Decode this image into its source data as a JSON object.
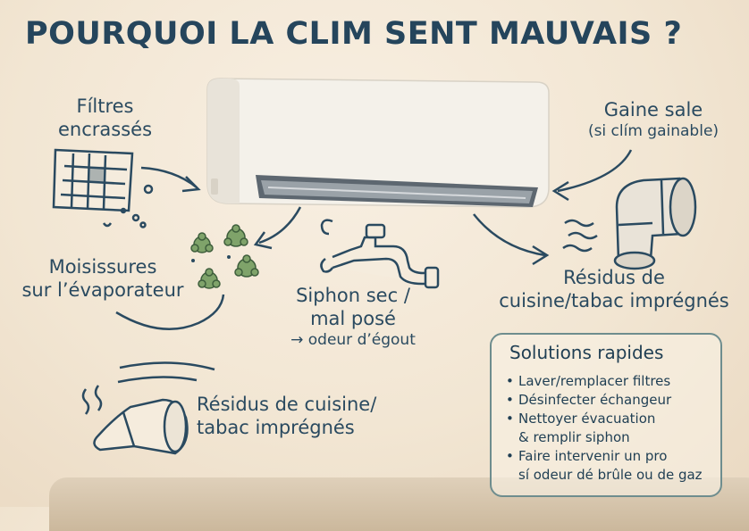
{
  "title": "POURQUOI LA CLIM  SENT MAUVAIS ?",
  "causes": {
    "filtres": {
      "line1": "Fíltres",
      "line2": "encrassés"
    },
    "gaine": {
      "line1": "Gaine sale",
      "line2": "(si clím gainable)"
    },
    "moisissures": {
      "line1": "Moisissures",
      "line2": "sur l’évaporateur"
    },
    "siphon": {
      "line1": "Siphon sec /",
      "line2": "mal posé",
      "line3": "→ odeur d’égout"
    },
    "residus_right": {
      "line1": "Résidus de",
      "line2": "cuisine/tabac imprégnés"
    },
    "residus_left": {
      "line1": "Résidus de cuisine/",
      "line2": "tabac imprégnés"
    }
  },
  "solutions": {
    "title": "Solutions rapides",
    "items": [
      "Laver/remplacer filtres",
      "Désinfecter échangeur",
      "Nettoyer évacuation",
      "& remplir siphon",
      "Faire intervenir un pro",
      "sí odeur dé brûle ou de gaz"
    ]
  },
  "colors": {
    "ink": "#2a4a60",
    "mold": "#7fa36a",
    "wall": "#f2e6d3"
  }
}
